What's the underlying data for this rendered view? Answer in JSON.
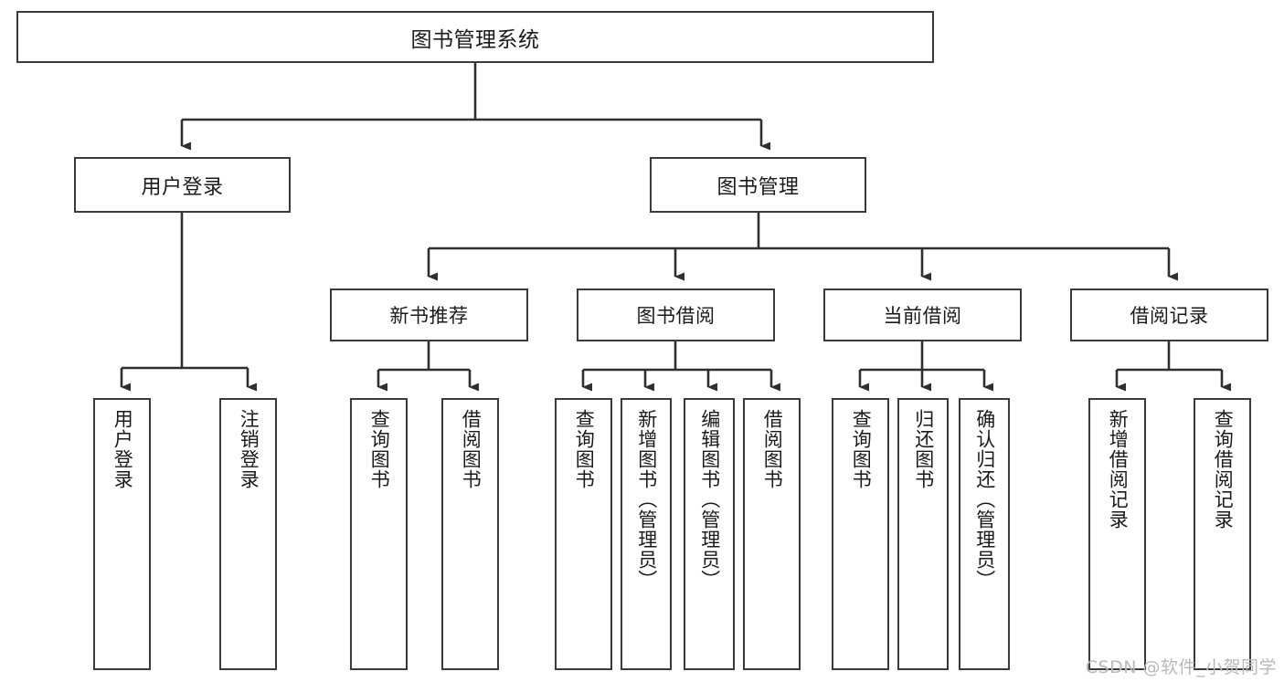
{
  "diagram": {
    "type": "tree-hierarchy",
    "title": "图书管理系统",
    "colors": {
      "box_border": "#3a3a3a",
      "box_fill": "#ffffff",
      "line": "#2f2f2f",
      "text": "#1a1a1a",
      "watermark": "#b9b9b9",
      "background": "#ffffff"
    },
    "root": {
      "label": "图书管理系统"
    },
    "level2": [
      {
        "label": "用户登录"
      },
      {
        "label": "图书管理"
      }
    ],
    "level3": [
      {
        "label": "新书推荐"
      },
      {
        "label": "图书借阅"
      },
      {
        "label": "当前借阅"
      },
      {
        "label": "借阅记录"
      }
    ],
    "leaves": {
      "user_login": [
        {
          "label": "用户登录"
        },
        {
          "label": "注销登录"
        }
      ],
      "new_book": [
        {
          "label": "查询图书"
        },
        {
          "label": "借阅图书"
        }
      ],
      "book_borrow": [
        {
          "label": "查询图书"
        },
        {
          "label": "新增图书（管理员）"
        },
        {
          "label": "编辑图书（管理员）"
        },
        {
          "label": "借阅图书"
        }
      ],
      "current_borrow": [
        {
          "label": "查询图书"
        },
        {
          "label": "归还图书"
        },
        {
          "label": "确认归还（管理员）"
        }
      ],
      "borrow_record": [
        {
          "label": "新增借阅记录"
        },
        {
          "label": "查询借阅记录"
        }
      ]
    }
  },
  "watermark": {
    "text": "CSDN @软件_小贺同学"
  }
}
